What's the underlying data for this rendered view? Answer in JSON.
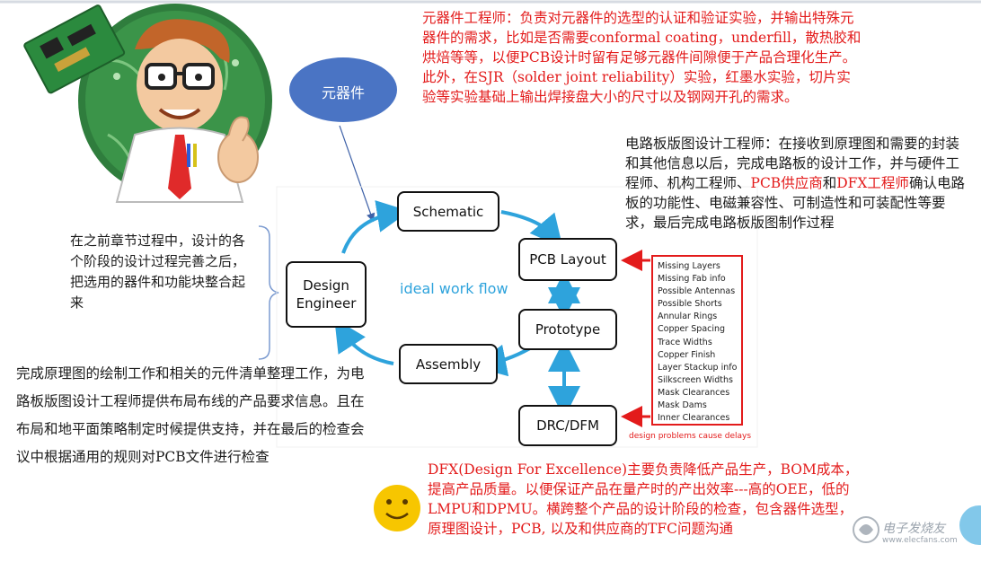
{
  "mascot": {
    "description_icon": "engineer-cartoon-icon"
  },
  "bubble": {
    "label": "元器件",
    "color": "#4a74c4"
  },
  "texts": {
    "component_engineer": "元器件工程师：负责对元器件的选型的认证和验证实验，并输出特殊元器件的需求，比如是否需要conformal coating，underfill，散热胶和烘焙等等，以便PCB设计时留有足够元器件间隙便于产品合理化生产。此外，在SJR（solder joint reliability）实验，红墨水实验，切片实验等实验基础上输出焊接盘大小的尺寸以及钢网开孔的需求。",
    "layout_engineer_parts": [
      {
        "text": "电路板版图设计工程师：在接收到原理图和需要的封装和其他信息以后，完成电路板的设计工作，并与硬件工程师、机构工程师、",
        "color": "black"
      },
      {
        "text": "PCB供应商",
        "color": "red"
      },
      {
        "text": "和",
        "color": "black"
      },
      {
        "text": "DFX工程师",
        "color": "red"
      },
      {
        "text": "确认电路板的功能性、电磁兼容性、可制造性和可装配性等要求，最后完成电路板版图制作过程",
        "color": "black"
      }
    ],
    "left_note": "在之前章节过程中，设计的各个阶段的设计过程完善之后，把选用的器件和功能块整合起来",
    "design_engineer_duty": "完成原理图的绘制工作和相关的元件清单整理工作，为电路板版图设计工程师提供布局布线的产品要求信息。且在布局和地平面策略制定时候提供支持，并在最后的检查会议中根据通用的规则对PCB文件进行检查",
    "dfx": "DFX(Design For Excellence)主要负责降低产品生产，BOM成本，提高产品质量。以便保证产品在量产时的产出效率---高的OEE，低的LMPU和DPMU。横跨整个产品的设计阶段的检查，包含器件选型，原理图设计，PCB, 以及和供应商的TFC问题沟通"
  },
  "flow": {
    "center_label": "ideal work flow",
    "design_engineer": "Design\nEngineer",
    "schematic": "Schematic",
    "pcb_layout": "PCB Layout",
    "prototype": "Prototype",
    "assembly": "Assembly",
    "drc_dfm": "DRC/DFM",
    "arrow_color": "#2ea3dc",
    "box_caption": "design problems cause delays"
  },
  "checklist": [
    "Missing Layers",
    "Missing Fab info",
    "Possible Antennas",
    "Possible Shorts",
    "Annular Rings",
    "Copper Spacing",
    "Trace Widths",
    "Copper Finish",
    "Layer Stackup info",
    "Silkscreen Widths",
    "Mask Clearances",
    "Mask Dams",
    "Inner Clearances"
  ],
  "watermark": {
    "cn": "电子发烧友",
    "url": "www.elecfans.com"
  },
  "colors": {
    "red": "#e31b1b",
    "accent": "#2ea3dc",
    "smiley": "#f7c600"
  }
}
